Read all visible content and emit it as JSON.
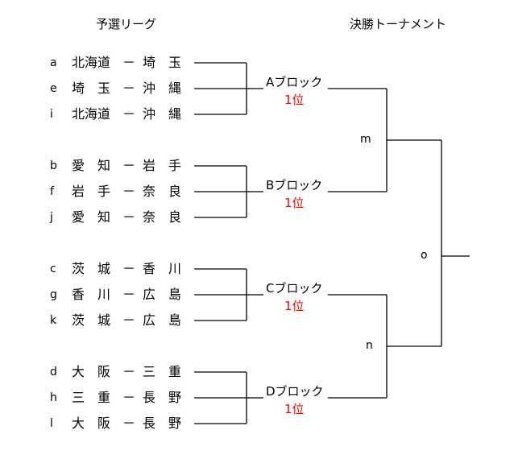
{
  "headers": {
    "prelim": "予選リーグ",
    "final": "決勝トーナメント"
  },
  "separator": "－",
  "blocks": [
    {
      "label": "Aブロック",
      "rank": "1位",
      "matches": [
        {
          "id": "a",
          "team1": "北海道",
          "team2": "埼　玉"
        },
        {
          "id": "e",
          "team1": "埼　玉",
          "team2": "沖　縄"
        },
        {
          "id": "i",
          "team1": "北海道",
          "team2": "沖　縄"
        }
      ]
    },
    {
      "label": "Bブロック",
      "rank": "1位",
      "matches": [
        {
          "id": "b",
          "team1": "愛　知",
          "team2": "岩　手"
        },
        {
          "id": "f",
          "team1": "岩　手",
          "team2": "奈　良"
        },
        {
          "id": "j",
          "team1": "愛　知",
          "team2": "奈　良"
        }
      ]
    },
    {
      "label": "Cブロック",
      "rank": "1位",
      "matches": [
        {
          "id": "c",
          "team1": "茨　城",
          "team2": "香　川"
        },
        {
          "id": "g",
          "team1": "香　川",
          "team2": "広　島"
        },
        {
          "id": "k",
          "team1": "茨　城",
          "team2": "広　島"
        }
      ]
    },
    {
      "label": "Dブロック",
      "rank": "1位",
      "matches": [
        {
          "id": "d",
          "team1": "大　阪",
          "team2": "三　重"
        },
        {
          "id": "h",
          "team1": "三　重",
          "team2": "長　野"
        },
        {
          "id": "l",
          "team1": "大　阪",
          "team2": "長　野"
        }
      ]
    }
  ],
  "tournament": {
    "semifinal1": "m",
    "semifinal2": "n",
    "final": "o"
  },
  "colors": {
    "rank": "#ff0000",
    "lines": "#000000"
  }
}
